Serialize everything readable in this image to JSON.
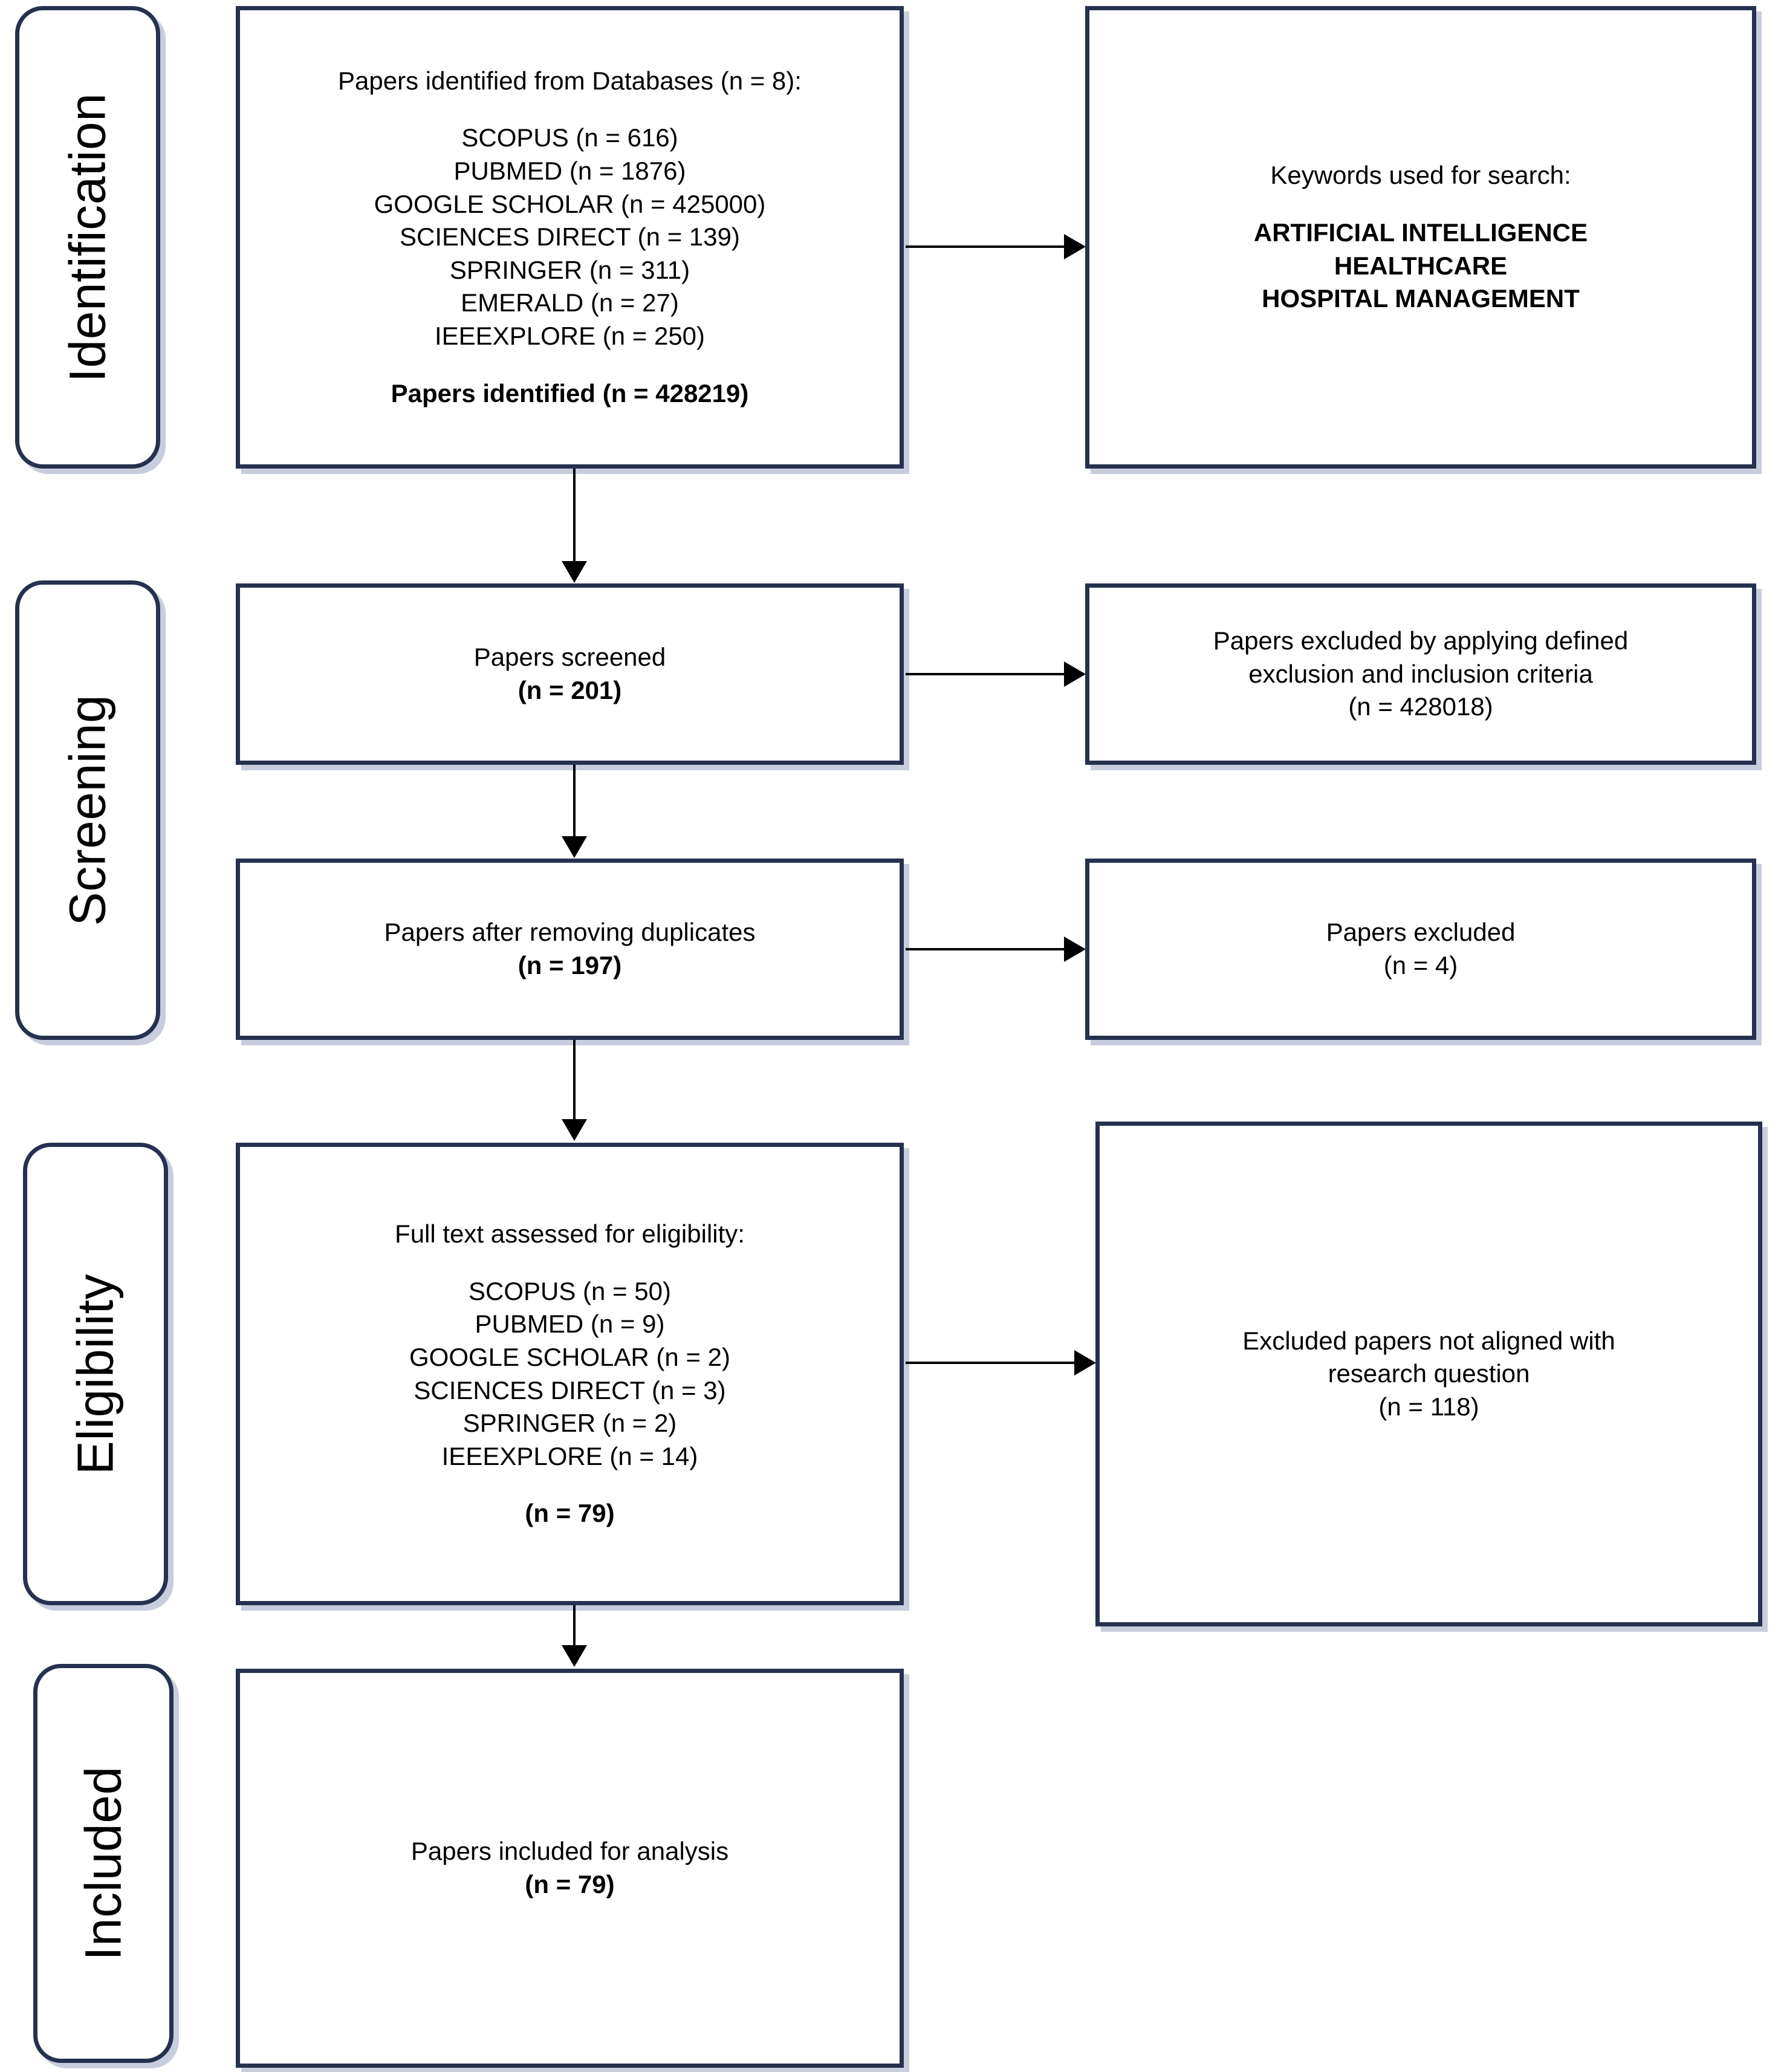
{
  "diagram": {
    "title": "PRISMA flow diagram",
    "accent_color": "#26314f",
    "shadow_color": "#bec4d8",
    "connector_color": "#000000"
  },
  "stages": [
    {
      "id": "identification",
      "label": "Identification"
    },
    {
      "id": "screening",
      "label": "Screening"
    },
    {
      "id": "eligibility",
      "label": "Eligibility"
    },
    {
      "id": "included",
      "label": "Included"
    }
  ],
  "identification": {
    "sources_box": {
      "heading": "Papers identified from Databases (n = 8):",
      "sources": [
        "SCOPUS (n = 616)",
        "PUBMED (n = 1876)",
        "GOOGLE SCHOLAR (n = 425000)",
        "SCIENCES DIRECT (n = 139)",
        "SPRINGER (n = 311)",
        "EMERALD (n = 27)",
        "IEEEXPLORE (n = 250)"
      ],
      "total": "Papers identified (n = 428219)"
    },
    "keywords_box": {
      "heading": "Keywords used for search:",
      "keywords": [
        "ARTIFICIAL INTELLIGENCE",
        "HEALTHCARE",
        "HOSPITAL MANAGEMENT"
      ]
    }
  },
  "screening": {
    "screened_box": {
      "label": "Papers screened",
      "count": "(n = 201)"
    },
    "excluded_criteria_box": {
      "line1": "Papers excluded by applying defined",
      "line2": "exclusion and inclusion criteria",
      "count": "(n = 428018)"
    },
    "duplicates_box": {
      "label": "Papers after removing duplicates",
      "count": "(n = 197)"
    },
    "excluded_duplicates_box": {
      "label": "Papers excluded",
      "count": "(n = 4)"
    }
  },
  "eligibility": {
    "fulltext_box": {
      "heading": "Full text assessed for eligibility:",
      "sources": [
        "SCOPUS (n = 50)",
        "PUBMED (n = 9)",
        "GOOGLE SCHOLAR (n = 2)",
        "SCIENCES DIRECT (n = 3)",
        "SPRINGER (n = 2)",
        "IEEEXPLORE (n = 14)"
      ],
      "total": "(n = 79)"
    },
    "excluded_box": {
      "line1": "Excluded papers not aligned with",
      "line2": "research question",
      "count": "(n = 118)"
    }
  },
  "included": {
    "included_box": {
      "label": "Papers included for analysis",
      "count": "(n = 79)"
    }
  },
  "chart_data": {
    "type": "table",
    "title": "PRISMA flow diagram",
    "stages": [
      "Identification",
      "Screening",
      "Eligibility",
      "Included"
    ],
    "records": [
      {
        "stage": "Identification",
        "label": "Databases searched",
        "value": 8
      },
      {
        "stage": "Identification",
        "label": "SCOPUS",
        "value": 616
      },
      {
        "stage": "Identification",
        "label": "PUBMED",
        "value": 1876
      },
      {
        "stage": "Identification",
        "label": "GOOGLE SCHOLAR",
        "value": 425000
      },
      {
        "stage": "Identification",
        "label": "SCIENCES DIRECT",
        "value": 139
      },
      {
        "stage": "Identification",
        "label": "SPRINGER",
        "value": 311
      },
      {
        "stage": "Identification",
        "label": "EMERALD",
        "value": 27
      },
      {
        "stage": "Identification",
        "label": "IEEEXPLORE",
        "value": 250
      },
      {
        "stage": "Identification",
        "label": "Papers identified",
        "value": 428219
      },
      {
        "stage": "Screening",
        "label": "Papers screened",
        "value": 201
      },
      {
        "stage": "Screening",
        "label": "Papers excluded by applying defined exclusion and inclusion criteria",
        "value": 428018
      },
      {
        "stage": "Screening",
        "label": "Papers after removing duplicates",
        "value": 197
      },
      {
        "stage": "Screening",
        "label": "Papers excluded (duplicates)",
        "value": 4
      },
      {
        "stage": "Eligibility",
        "label": "SCOPUS",
        "value": 50
      },
      {
        "stage": "Eligibility",
        "label": "PUBMED",
        "value": 9
      },
      {
        "stage": "Eligibility",
        "label": "GOOGLE SCHOLAR",
        "value": 2
      },
      {
        "stage": "Eligibility",
        "label": "SCIENCES DIRECT",
        "value": 3
      },
      {
        "stage": "Eligibility",
        "label": "SPRINGER",
        "value": 2
      },
      {
        "stage": "Eligibility",
        "label": "IEEEXPLORE",
        "value": 14
      },
      {
        "stage": "Eligibility",
        "label": "Full text assessed for eligibility",
        "value": 79
      },
      {
        "stage": "Eligibility",
        "label": "Excluded papers not aligned with research question",
        "value": 118
      },
      {
        "stage": "Included",
        "label": "Papers included for analysis",
        "value": 79
      }
    ]
  }
}
